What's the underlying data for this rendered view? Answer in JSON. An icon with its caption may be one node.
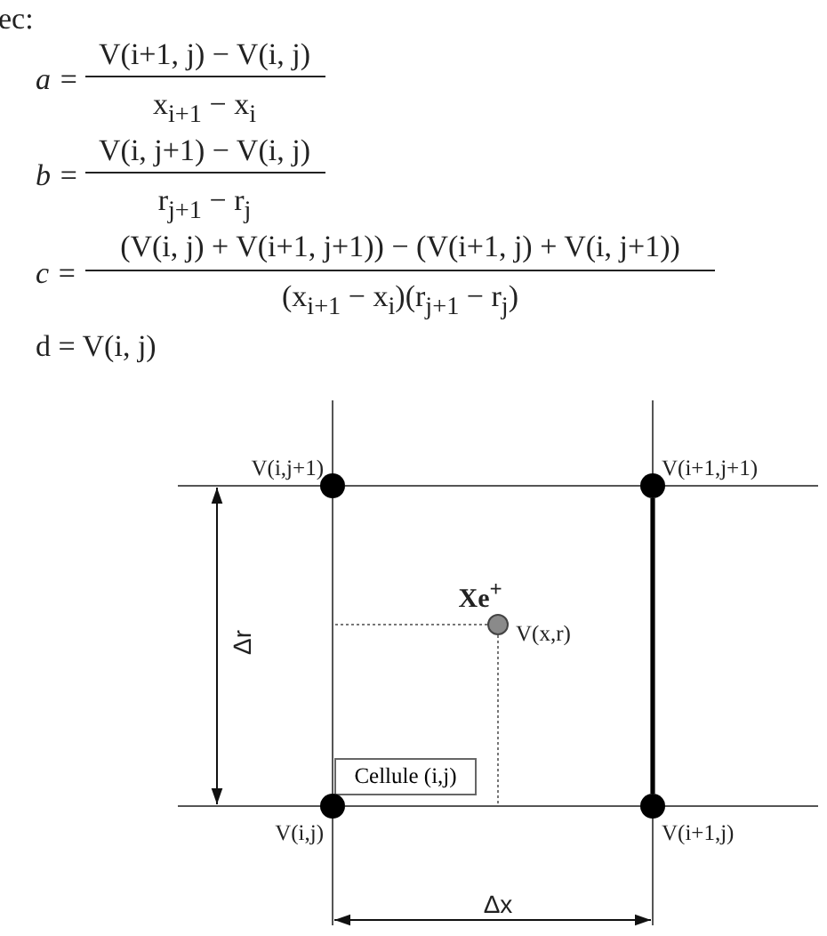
{
  "diagram": {
    "nodes": [
      {
        "text": [],
        "shape": "circle",
        "beside": [
          "V(i,j+1)"
        ]
      },
      {
        "text": [],
        "shape": "circle",
        "beside": [
          "V(i+1,j+1)"
        ]
      },
      {
        "text": [],
        "shape": "circle",
        "beside": [
          "Xe$^{+}$",
          "V(x,r)"
        ]
      },
      {
        "text": [
          "Cellule (i,j)"
        ]
      },
      {
        "text": [],
        "shape": "circle",
        "beside": [
          "V(i,j)"
        ]
      },
      {
        "text": [],
        "shape": "circle",
        "beside": [
          "V(i+1,j)"
        ]
      }
    ],
    "edges": [
      {
        "from": 0,
        "to": 1,
        "arrow": "none"
      },
      {
        "from": 0,
        "to": 4,
        "arrow": "none"
      },
      {
        "from": 1,
        "to": 5,
        "arrow": "none",
        "style": "thick"
      },
      {
        "from": 4,
        "to": 5,
        "arrow": "none"
      },
      {
        "from": 2,
        "to": null,
        "arrow": "none",
        "style": "dashed"
      },
      {
        "from": 2,
        "to": null,
        "arrow": "none",
        "style": "dashed"
      }
    ],
    "labels": [
      "ec:",
      "a =",
      "V(i+1, j) − V(i, j)",
      "x$_{i+1}$ − x$_{i}$",
      "b =",
      "V(i, j+1) − V(i, j)",
      "r$_{j+1}$ − r$_{j}$",
      "c =",
      "(V(i, j) + V(i+1, j+1)) − (V(i+1, j) + V(i, j+1))",
      "(x$_{i+1}$ − x$_{i}$)(r$_{j+1}$ − r$_{j}$)",
      "d = V(i, j)",
      "Δr",
      "Δx"
    ]
  }
}
